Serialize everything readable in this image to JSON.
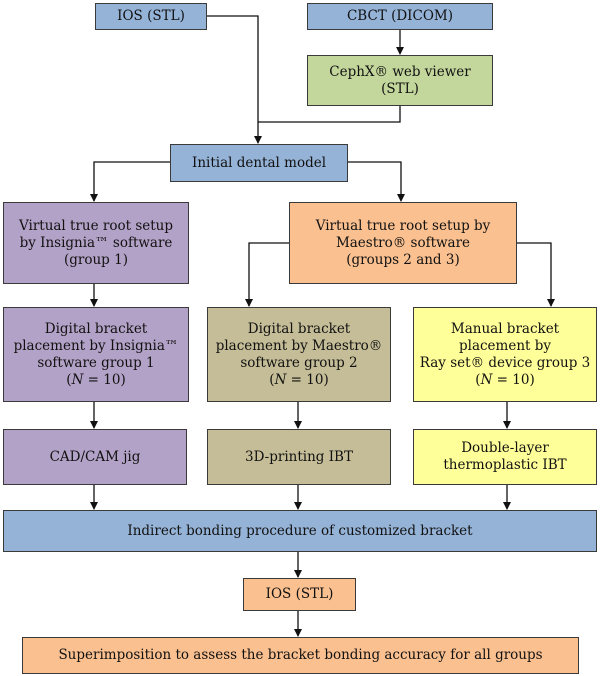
{
  "nodes": {
    "ios_top": {
      "lines": [
        "IOS (STL)"
      ]
    },
    "cbct": {
      "lines": [
        "CBCT (DICOM)"
      ]
    },
    "cephx": {
      "lines": [
        "CephX® web viewer",
        "(STL)"
      ]
    },
    "initial_model": {
      "lines": [
        "Initial dental model"
      ]
    },
    "insignia_setup": {
      "lines": [
        "Virtual true root setup",
        "by Insignia™ software",
        "(group 1)"
      ]
    },
    "maestro_setup": {
      "lines": [
        "Virtual true root setup by",
        "Maestro® software",
        "(groups 2 and 3)"
      ]
    },
    "group1_placement": {
      "lines": [
        "Digital bracket",
        "placement by Insignia™",
        "software group 1"
      ],
      "n": "(N = 10)"
    },
    "group2_placement": {
      "lines": [
        "Digital bracket",
        "placement by Maestro®",
        "software group 2"
      ],
      "n": "(N = 10)"
    },
    "group3_placement": {
      "lines": [
        "Manual bracket",
        "placement by",
        "Ray set® device group 3"
      ],
      "n": "(N = 10)"
    },
    "cadcam_jig": {
      "lines": [
        "CAD/CAM jig"
      ]
    },
    "printing_ibt": {
      "lines": [
        "3D-printing IBT"
      ]
    },
    "thermoplastic_ibt": {
      "lines": [
        "Double-layer",
        "thermoplastic IBT"
      ]
    },
    "indirect_bonding": {
      "lines": [
        "Indirect bonding procedure of customized bracket"
      ]
    },
    "ios_bottom": {
      "lines": [
        "IOS (STL)"
      ]
    },
    "superimposition": {
      "lines": [
        "Superimposition to assess the bracket bonding accuracy for all groups"
      ]
    }
  },
  "colors": {
    "blue": "#95b3d7",
    "green": "#c3d69b",
    "purple": "#b3a2c7",
    "orange": "#fac090",
    "olive": "#c4bd97",
    "yellow": "#ffff99"
  }
}
